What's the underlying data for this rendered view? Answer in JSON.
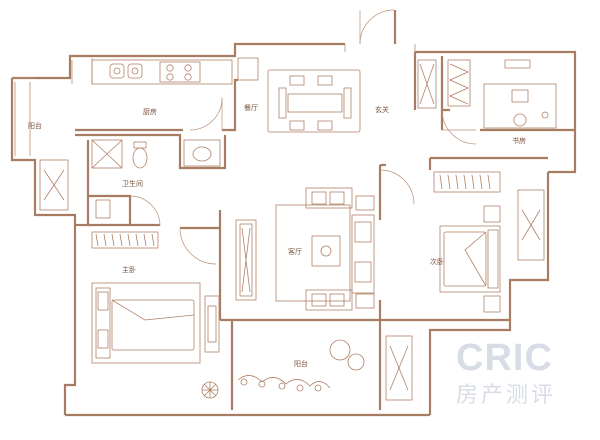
{
  "rooms": {
    "kitchen": "厨房",
    "dining": "餐厅",
    "foyer": "玄关",
    "study": "书房",
    "balcony_left": "阳台",
    "bathroom": "卫生间",
    "living": "客厅",
    "second_bedroom": "次卧",
    "master_bedroom": "主卧",
    "balcony_bottom": "阳台"
  },
  "watermark": {
    "brand": "CRIC",
    "subtitle": "房产测评"
  },
  "colors": {
    "wall": "#a87c62",
    "furniture": "#b08066",
    "label": "#7a5138",
    "watermark": "#d8dce6"
  }
}
